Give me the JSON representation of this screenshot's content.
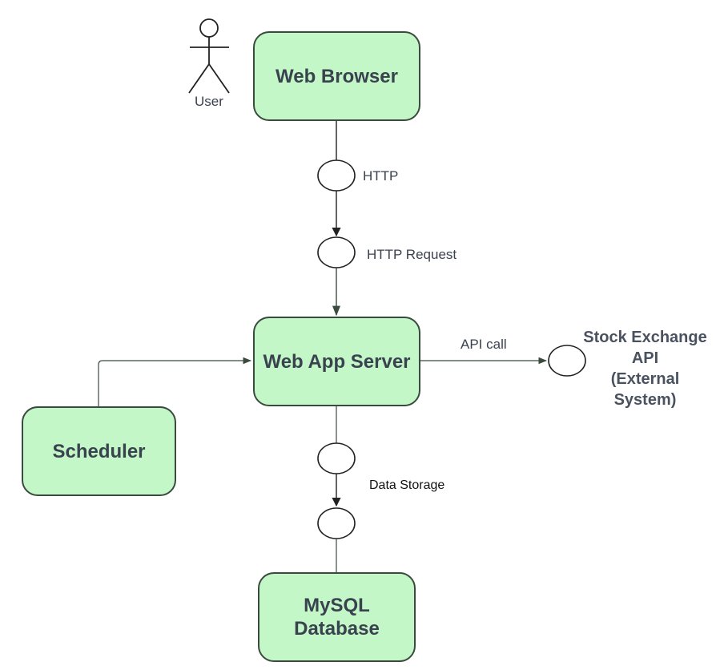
{
  "actor": {
    "label": "User"
  },
  "nodes": {
    "web_browser": "Web Browser",
    "web_app_server": "Web App Server",
    "scheduler": "Scheduler",
    "mysql_database": "MySQL\nDatabase"
  },
  "external_system": "Stock Exchange\nAPI\n(External\nSystem)",
  "labels": {
    "http": "HTTP",
    "http_request": "HTTP Request",
    "api_call": "API call",
    "data_storage": "Data Storage"
  },
  "colors": {
    "node_fill": "#c3f7c8",
    "stroke": "#3a4a3e",
    "text": "#39424e"
  }
}
